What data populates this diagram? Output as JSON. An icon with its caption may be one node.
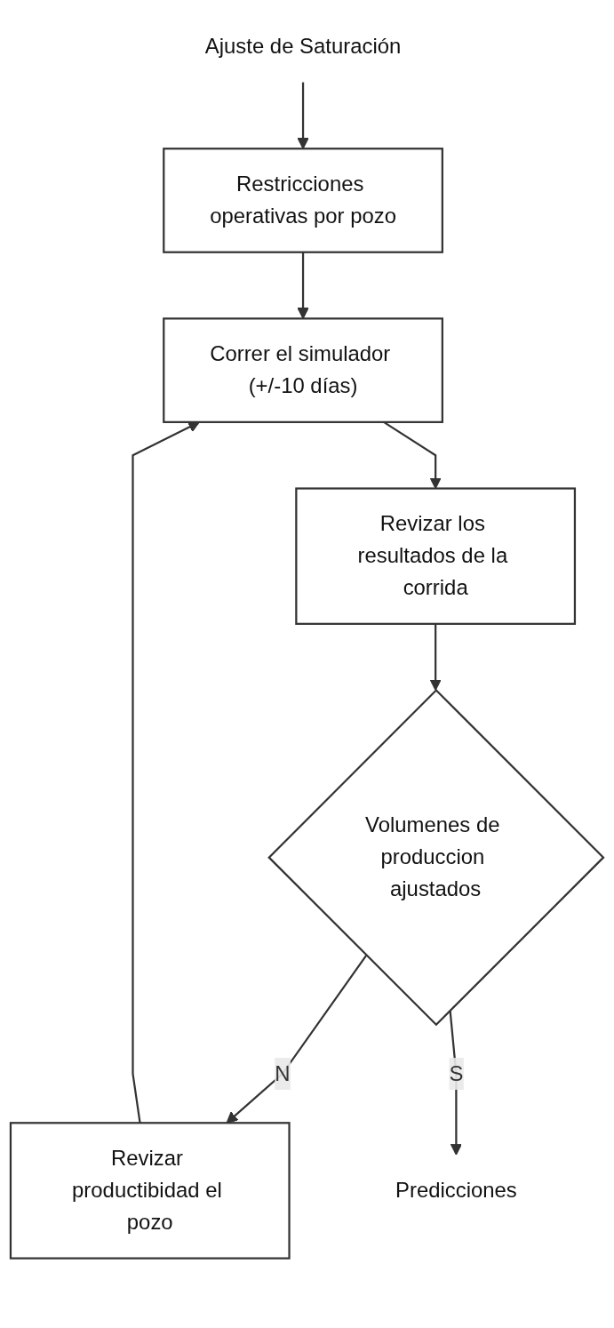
{
  "diagram": {
    "nodes": [
      {
        "text": [
          "Ajuste de Saturación"
        ]
      },
      {
        "text": [
          "Restricciones operativas por pozo"
        ]
      },
      {
        "text": [
          "Correr el simulador (+/-10 días)"
        ]
      },
      {
        "text": [
          "Revizar los resultados de la corrida"
        ]
      },
      {
        "text": [
          "Volumenes de produccion ajustados"
        ]
      },
      {
        "text": [
          "Revizar productibidad el pozo"
        ]
      },
      {
        "text": [
          "Predicciones"
        ]
      }
    ],
    "edges": [
      {
        "from": 0,
        "to": 1,
        "arrow": "to"
      },
      {
        "from": 1,
        "to": 2,
        "arrow": "to"
      },
      {
        "from": 2,
        "to": 3,
        "arrow": "to"
      },
      {
        "from": 3,
        "to": 4,
        "arrow": "to"
      },
      {
        "from": 4,
        "to": 5,
        "arrow": "to",
        "label": "N"
      },
      {
        "from": 5,
        "to": 2,
        "arrow": "to"
      },
      {
        "from": 4,
        "to": 6,
        "arrow": "to",
        "label": "S"
      }
    ]
  }
}
